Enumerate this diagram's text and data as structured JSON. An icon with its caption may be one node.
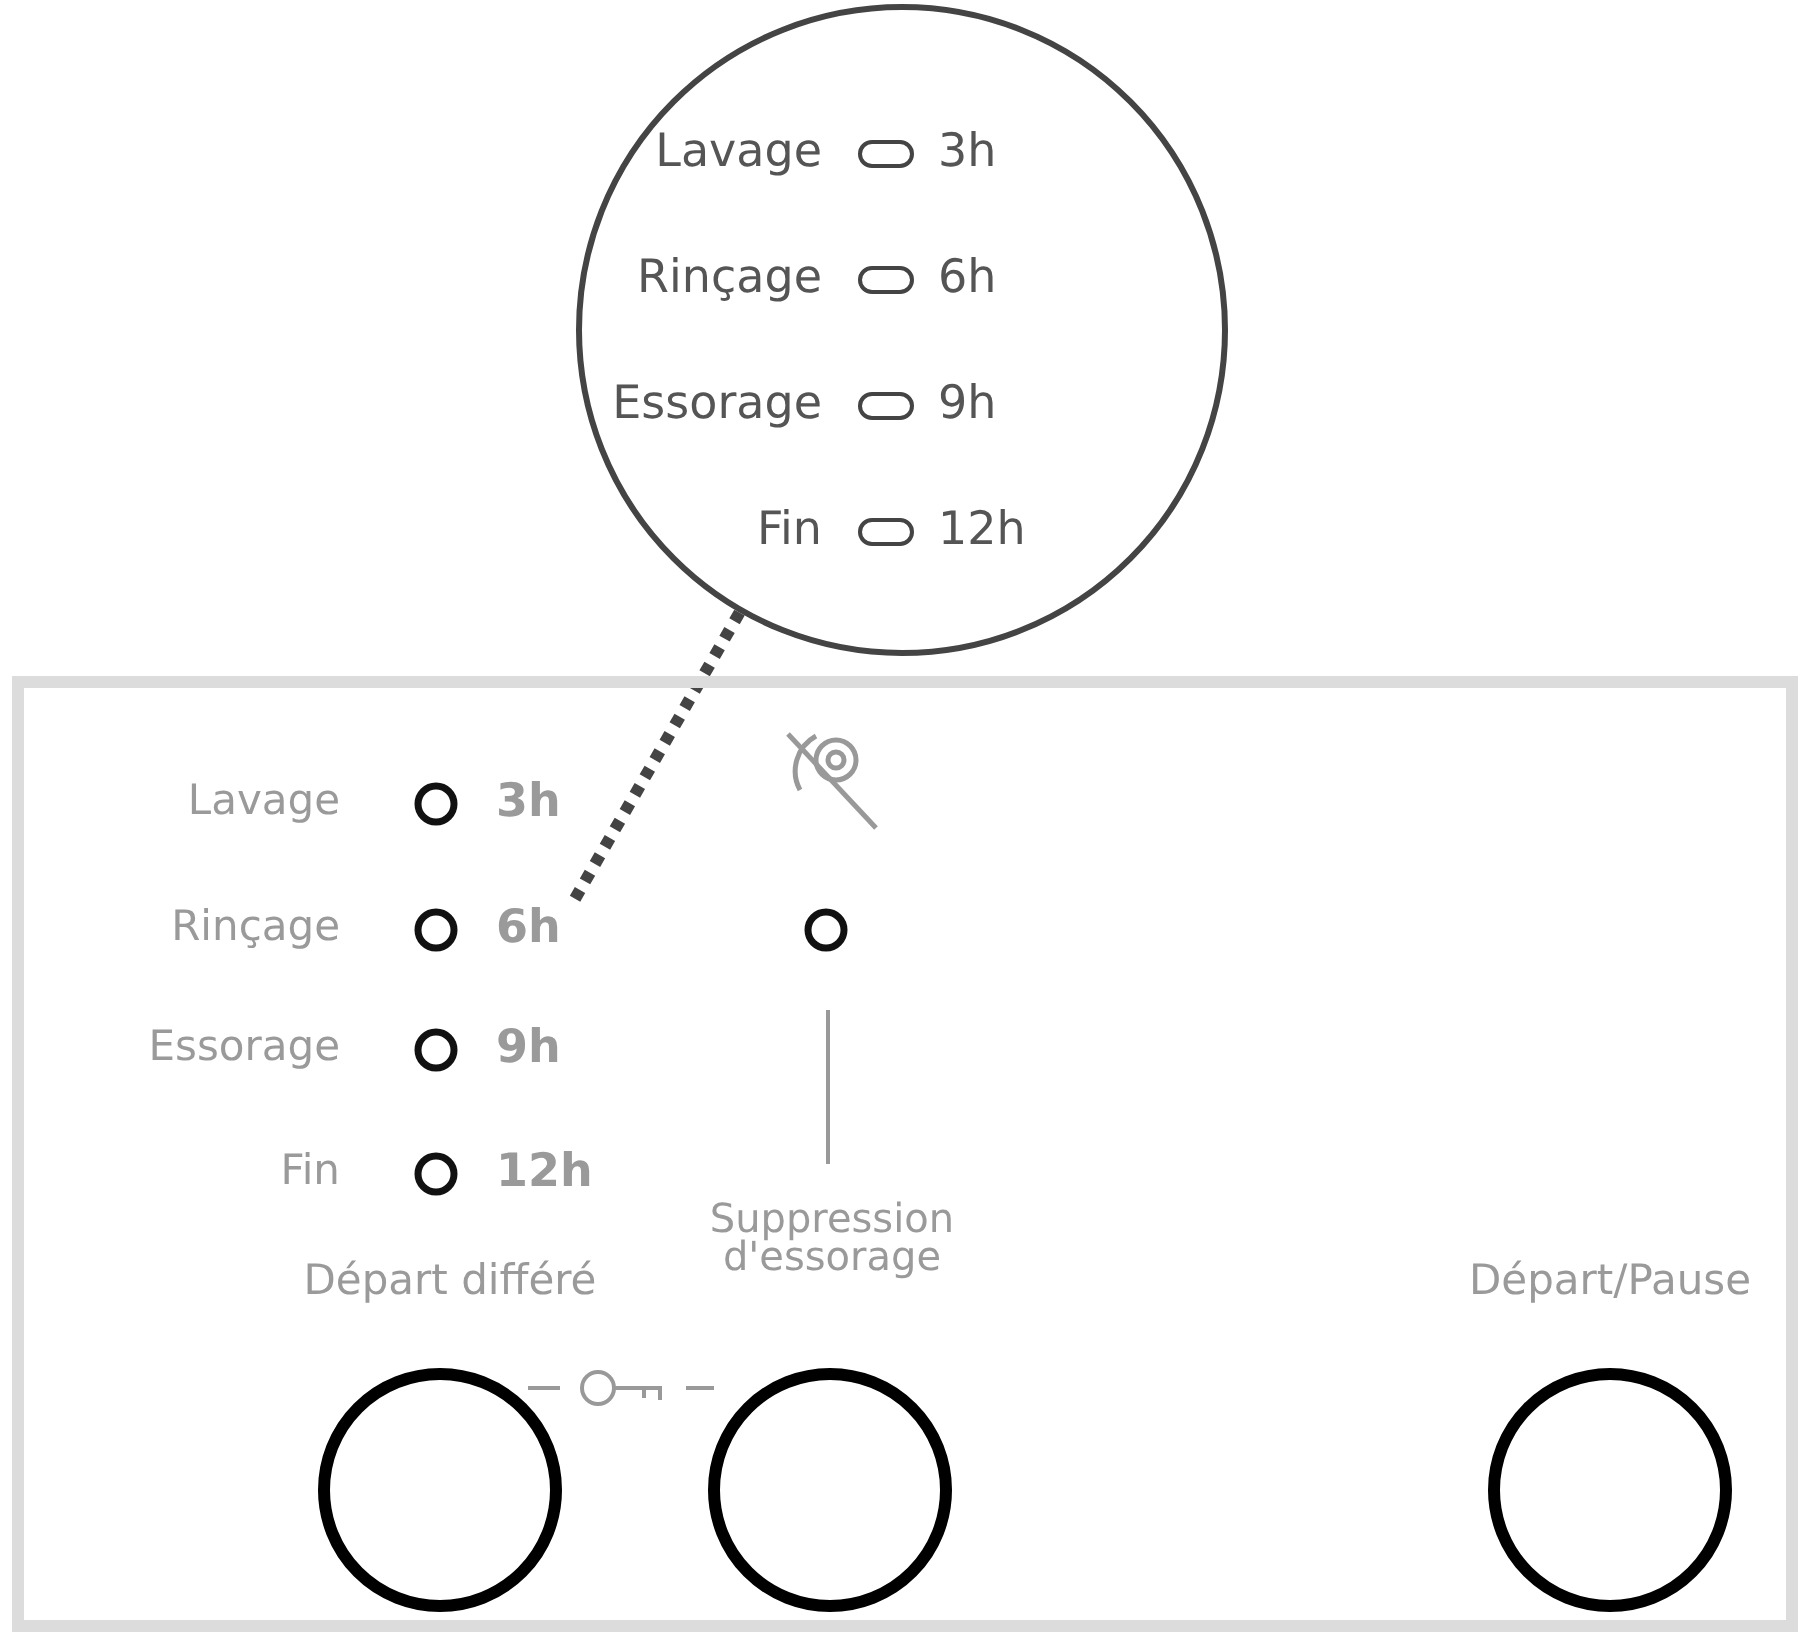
{
  "diagram": {
    "nodes": [
      {
        "text": [
          "Lavage",
          "3h",
          "Rinçage",
          "6h",
          "Essorage",
          "9h",
          "Fin",
          "12h"
        ]
      },
      {
        "text": [
          "6h"
        ]
      }
    ],
    "edges": [
      {
        "from": 0,
        "to": 1,
        "arrow": "none",
        "style": "dashed"
      }
    ],
    "labels": [
      "Lavage",
      "3h",
      "Rinçage",
      "Essorage",
      "9h",
      "Fin",
      "12h",
      "Suppression d'essorage",
      "Départ différé",
      "Départ/Pause"
    ]
  }
}
